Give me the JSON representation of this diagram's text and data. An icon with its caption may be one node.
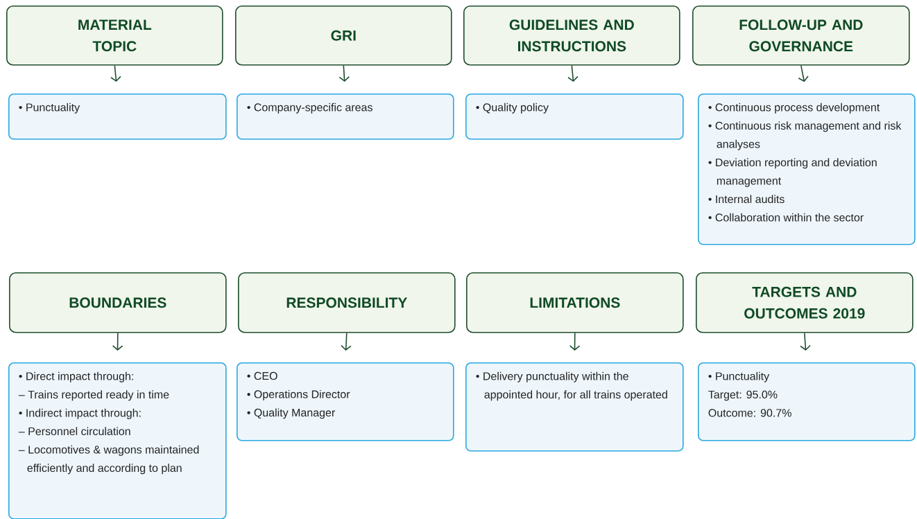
{
  "diagram": {
    "nodes": [
      {
        "text": [
          "MATERIAL TOPIC"
        ]
      },
      {
        "text": [
          "GRI"
        ]
      },
      {
        "text": [
          "GUIDELINES AND INSTRUCTIONS"
        ]
      },
      {
        "text": [
          "FOLLOW-UP AND GOVERNANCE"
        ]
      },
      {
        "text": [
          "• Punctuality"
        ]
      },
      {
        "text": [
          "• Company-specific areas"
        ]
      },
      {
        "text": [
          "• Quality policy"
        ]
      },
      {
        "text": [
          "• Continuous process development",
          "• Continuous risk management and risk analyses",
          "• Deviation reporting and deviation management",
          "• Internal audits",
          "• Collaboration within the sector"
        ]
      },
      {
        "text": [
          "BOUNDARIES"
        ]
      },
      {
        "text": [
          "RESPONSIBILITY"
        ]
      },
      {
        "text": [
          "LIMITATIONS"
        ]
      },
      {
        "text": [
          "TARGETS AND OUTCOMES 2019"
        ]
      },
      {
        "text": [
          "• Direct impact through:",
          "– Trains reported ready in time",
          "• Indirect impact through:",
          "– Personnel circulation",
          "– Locomotives & wagons maintained efficiently and according to plan"
        ]
      },
      {
        "text": [
          "• CEO",
          "• Operations Director",
          "• Quality Manager"
        ]
      },
      {
        "text": [
          "• Delivery punctuality within the appointed hour, for all trains operated"
        ]
      },
      {
        "text": [
          "• Punctuality",
          "Target: 95.0%",
          "Outcome: 90.7%"
        ]
      }
    ],
    "edges": [
      {
        "from": 0,
        "to": 4,
        "arrow": "to"
      },
      {
        "from": 1,
        "to": 5,
        "arrow": "to"
      },
      {
        "from": 2,
        "to": 6,
        "arrow": "to"
      },
      {
        "from": 3,
        "to": 7,
        "arrow": "to"
      },
      {
        "from": 8,
        "to": 12,
        "arrow": "to"
      },
      {
        "from": 9,
        "to": 13,
        "arrow": "to"
      },
      {
        "from": 10,
        "to": 14,
        "arrow": "to"
      },
      {
        "from": 11,
        "to": 15,
        "arrow": "to"
      }
    ]
  }
}
